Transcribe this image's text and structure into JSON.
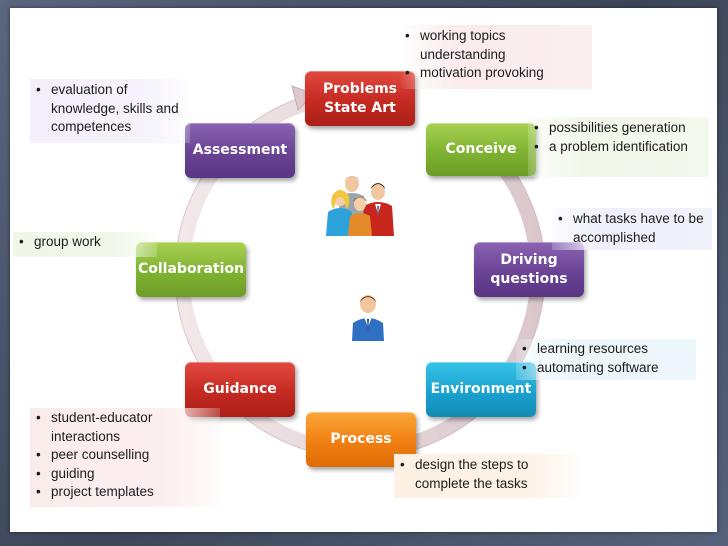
{
  "stages": {
    "problems": "Problems\nState Art",
    "conceive": "Conceive",
    "driving": "Driving\nquestions",
    "environment": "Environment",
    "process": "Process",
    "guidance": "Guidance",
    "collaboration": "Collaboration",
    "assessment": "Assessment"
  },
  "notes": {
    "problems": [
      "working topics understanding",
      "motivation provoking"
    ],
    "conceive": [
      "possibilities generation",
      "a problem identification"
    ],
    "driving": [
      "what tasks have to be accomplished"
    ],
    "environment": [
      "learning resources",
      "automating software"
    ],
    "process": [
      "design the steps to complete the tasks"
    ],
    "guidance": [
      "student-educator interactions",
      "peer counselling",
      "guiding",
      "project templates"
    ],
    "collaboration": [
      "group work"
    ],
    "assessment": [
      "evaluation of knowledge, skills and competences"
    ]
  },
  "icons": [
    "group-of-people-icon",
    "single-person-icon"
  ],
  "colors": {
    "purple": "#6a4394",
    "red": "#c42a22",
    "green": "#7fb232",
    "blue": "#1aa2cf",
    "orange": "#f07f12",
    "ring": "#e7d9dc"
  }
}
